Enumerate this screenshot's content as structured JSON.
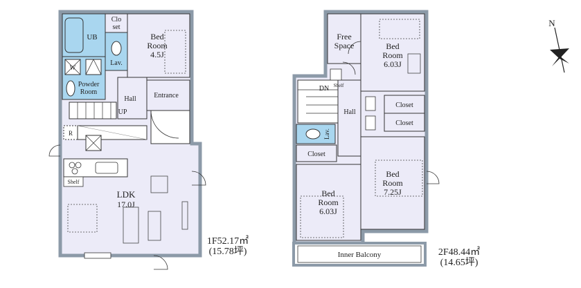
{
  "floor1": {
    "area_line1": "1F52.17㎡",
    "area_line2": "(15.78坪)",
    "rooms": {
      "ub": "UB",
      "closet_top": "Clo",
      "closet_bottom": "set",
      "bedroom_line1": "Bed",
      "bedroom_line2": "Room",
      "bedroom_size": "4.5J",
      "lav": "Lav.",
      "w": "W",
      "powder_line1": "Powder",
      "powder_line2": "Room",
      "hall": "Hall",
      "entrance": "Entrance",
      "up": "UP",
      "r": "R",
      "shelf": "Shelf",
      "ldk": "LDK",
      "ldk_size": "17.0J"
    }
  },
  "floor2": {
    "area_line1": "2F48.44㎡",
    "area_line2": "(14.65坪)",
    "rooms": {
      "free_line1": "Free",
      "free_line2": "Space",
      "bed_ne_line1": "Bed",
      "bed_ne_line2": "Room",
      "bed_ne_size": "6.03J",
      "dn": "DN",
      "shelf": "Shelf",
      "hall": "Hall",
      "closet_a": "Closet",
      "closet_b": "Closet",
      "lav": "Lav.",
      "closet_c": "Closet",
      "bed_e_line1": "Bed",
      "bed_e_line2": "Room",
      "bed_e_size": "7.25J",
      "bed_s_line1": "Bed",
      "bed_s_line2": "Room",
      "bed_s_size": "6.03J",
      "balcony": "Inner Balcony"
    }
  },
  "compass": {
    "north": "N"
  },
  "colors": {
    "wall": "#8c9aa8",
    "room_fill": "#ecebf8",
    "water_fill": "#a9d6ef",
    "line": "#333333"
  }
}
